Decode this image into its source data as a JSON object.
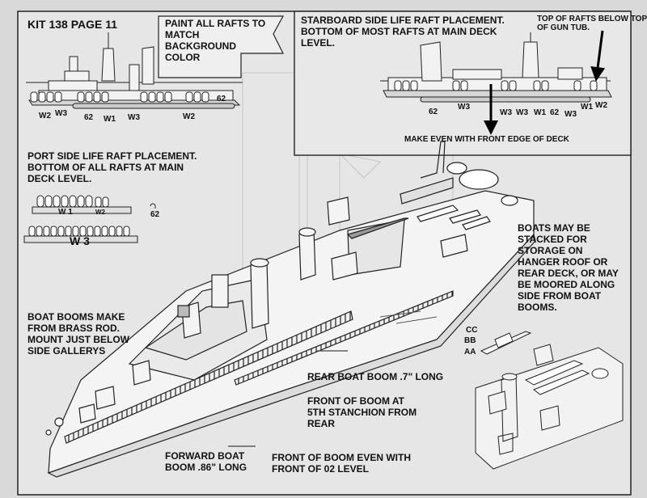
{
  "header": {
    "title": "KIT 138 PAGE 11"
  },
  "notes": {
    "paint": "PAINT ALL RAFTS TO\nMATCH\nBACKGROUND\nCOLOR",
    "starboard": "STARBOARD SIDE LIFE RAFT PLACEMENT.\nBOTTOM OF MOST RAFTS AT MAIN DECK\nLEVEL.",
    "top_rafts": "TOP OF RAFTS BELOW\nTOP OF GUN TUB.",
    "make_even": "MAKE EVEN WITH FRONT EDGE OF DECK",
    "port": "PORT SIDE LIFE RAFT PLACEMENT.\nBOTTOM OF ALL RAFTS AT MAIN\nDECK LEVEL.",
    "boats": "BOATS MAY BE\nSTACKED FOR\nSTORAGE ON\nHANGER ROOF OR\nREAR DECK, OR MAY\nBE MOORED ALONG\nSIDE FROM BOAT\nBOOMS.",
    "booms": "BOAT BOOMS MAKE\nFROM BRASS ROD.\nMOUNT JUST BELOW\nSIDE GALLERYS",
    "rear_boom": "REAR BOAT BOOM .7\" LONG",
    "front_boom": "FRONT OF BOOM AT\n5TH STANCHION FROM\nREAR",
    "forward_boom": "FORWARD BOAT\nBOOM .86\" LONG",
    "front_02": "FRONT OF BOOM EVEN WITH\nFRONT OF 02 LEVEL"
  },
  "port_profile_tags": {
    "w2": "W2",
    "w3": "W3",
    "n62a": "62",
    "w1": "W1",
    "w3b": "W3",
    "w2b": "W2",
    "n62b": "62"
  },
  "starboard_profile_tags": {
    "n62": "62",
    "w3": "W3",
    "w3b": "W3",
    "w3c": "W3",
    "w1": "W1",
    "n62b": "62",
    "w3d": "W3",
    "w1b": "W1",
    "w2": "W2"
  },
  "raft_strips": {
    "w1": "W 1",
    "w2": "W2",
    "n62": "62",
    "w3": "W 3"
  },
  "boat_tags": {
    "cc": "CC",
    "bb": "BB",
    "aa": "AA"
  }
}
